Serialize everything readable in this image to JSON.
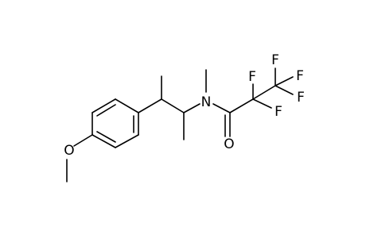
{
  "molecule": {
    "atoms": {
      "oxygen_methoxy": "O",
      "nitrogen": "N",
      "oxygen_carbonyl": "O",
      "fluorine_1": "F",
      "fluorine_2": "F",
      "fluorine_3": "F",
      "fluorine_4": "F",
      "fluorine_5": "F"
    }
  },
  "colors": {
    "bond": "#000000",
    "label": "#000000",
    "background": "#ffffff"
  }
}
